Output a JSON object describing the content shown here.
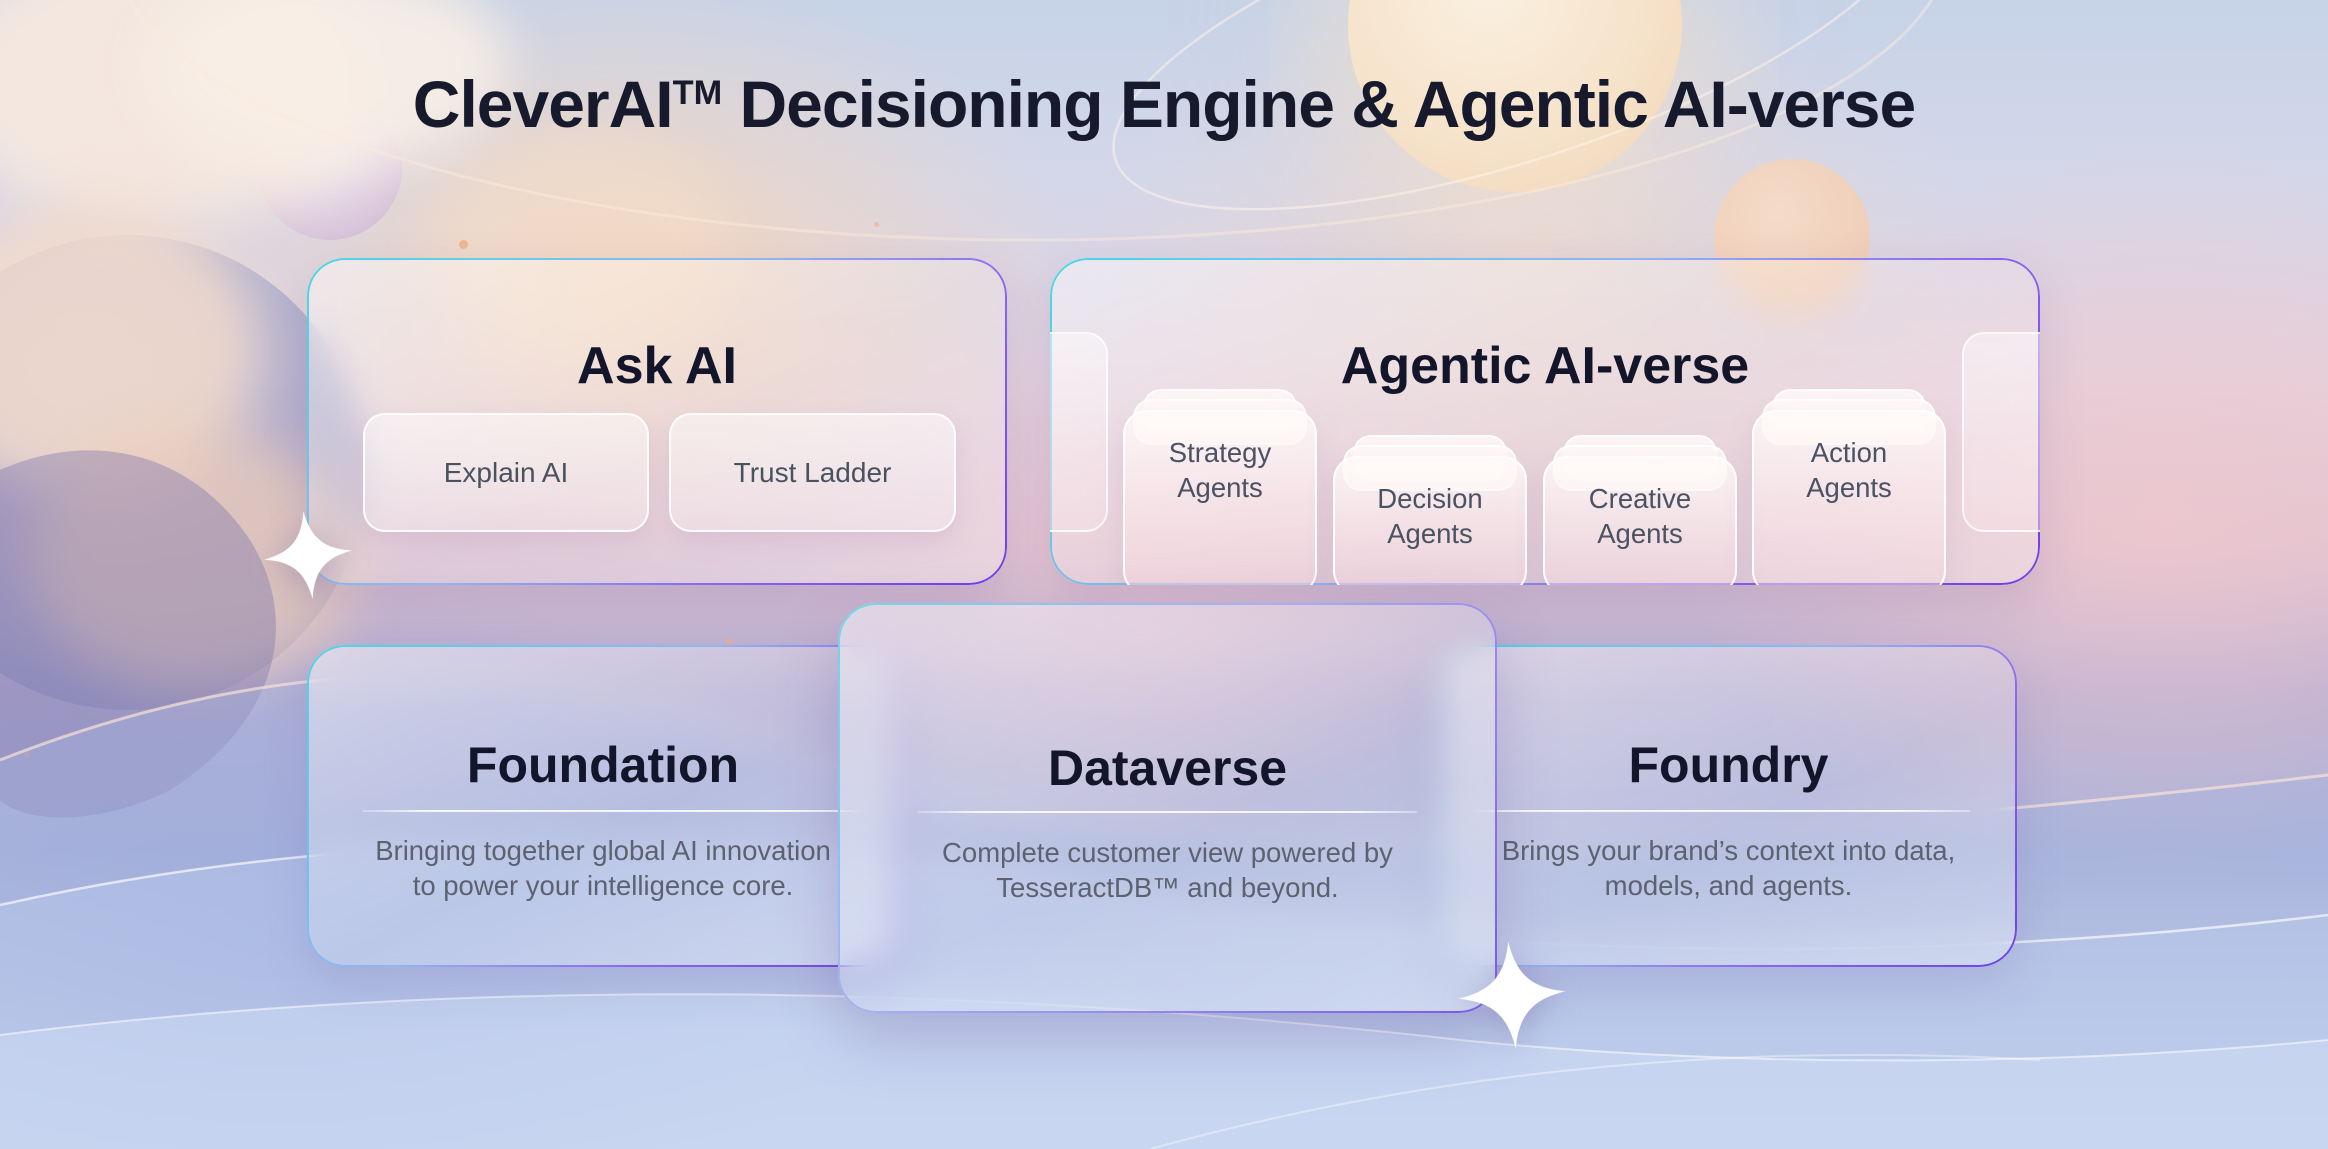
{
  "header": {
    "brand": "CleverAI",
    "trademark": "TM",
    "title_rest": " Decisioning Engine & Agentic AI-verse"
  },
  "ask_ai": {
    "title": "Ask AI",
    "buttons": [
      {
        "label": "Explain AI"
      },
      {
        "label": "Trust Ladder"
      }
    ]
  },
  "agentic": {
    "title": "Agentic AI-verse",
    "stacks": [
      {
        "label": "Strategy Agents"
      },
      {
        "label": "Decision Agents"
      },
      {
        "label": "Creative Agents"
      },
      {
        "label": "Action Agents"
      }
    ]
  },
  "cards": {
    "foundation": {
      "title": "Foundation",
      "description": "Bringing together global AI innovation to power your intelligence core."
    },
    "dataverse": {
      "title": "Dataverse",
      "description": "Complete customer view powered by TesseractDB™ and beyond."
    },
    "foundry": {
      "title": "Foundry",
      "description": "Brings your brand’s context into data, models, and agents."
    }
  },
  "colors": {
    "accent_cyan": "#3ed0e2",
    "accent_purple": "#6d3fe8",
    "heading": "#161a2c",
    "body_text": "#5c626f"
  }
}
